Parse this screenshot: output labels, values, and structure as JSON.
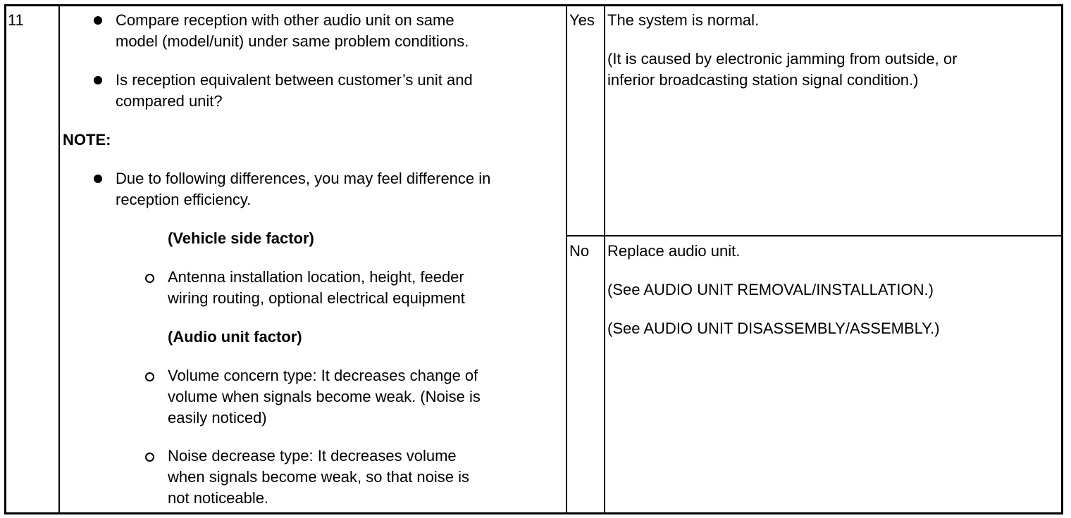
{
  "step": {
    "number": "11",
    "inspection": {
      "bullets": [
        {
          "lines": [
            "Compare reception with other audio unit on same",
            "model (model/unit) under same problem conditions."
          ]
        },
        {
          "lines": [
            "Is reception equivalent between customer’s unit and",
            "compared unit?"
          ]
        }
      ],
      "note_heading": "NOTE:",
      "note_bullet": {
        "lines": [
          "Due to following differences, you may feel difference in",
          "reception efficiency."
        ]
      },
      "vehicle_factor_heading": "(Vehicle side factor)",
      "vehicle_factor_items": [
        {
          "lines": [
            "Antenna installation location, height, feeder",
            "wiring routing, optional electrical equipment"
          ]
        }
      ],
      "audio_factor_heading": "(Audio unit factor)",
      "audio_factor_items": [
        {
          "lines": [
            "Volume concern type: It decreases change of",
            "volume when signals become weak. (Noise is",
            "easily noticed)"
          ]
        },
        {
          "lines": [
            "Noise decrease type: It decreases volume",
            "when signals become weak, so that noise is",
            "not noticeable."
          ]
        }
      ]
    },
    "results": [
      {
        "answer": "Yes",
        "action_paragraphs": [
          [
            "The system is normal."
          ],
          [
            "(It is caused by electronic jamming from outside, or",
            "inferior broadcasting station signal condition.)"
          ]
        ]
      },
      {
        "answer": "No",
        "action_paragraphs": [
          [
            "Replace audio unit."
          ],
          [
            "(See AUDIO UNIT REMOVAL/INSTALLATION.)"
          ],
          [
            "(See AUDIO UNIT DISASSEMBLY/ASSEMBLY.)"
          ]
        ]
      }
    ]
  }
}
